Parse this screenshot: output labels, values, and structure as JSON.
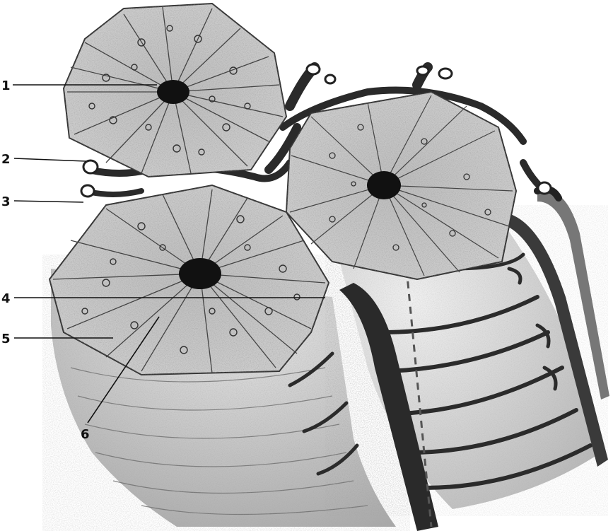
{
  "labels": [
    {
      "number": "1"
    },
    {
      "number": "2"
    },
    {
      "number": "3"
    },
    {
      "number": "4"
    },
    {
      "number": "5"
    },
    {
      "number": "6"
    }
  ],
  "colors": {
    "background": "#ffffff",
    "tissue_fill": "#d9d9d9",
    "stipple_dark": "#6f6f6f",
    "vessel_dark": "#2a2a2a",
    "central_vein": "#111111"
  }
}
